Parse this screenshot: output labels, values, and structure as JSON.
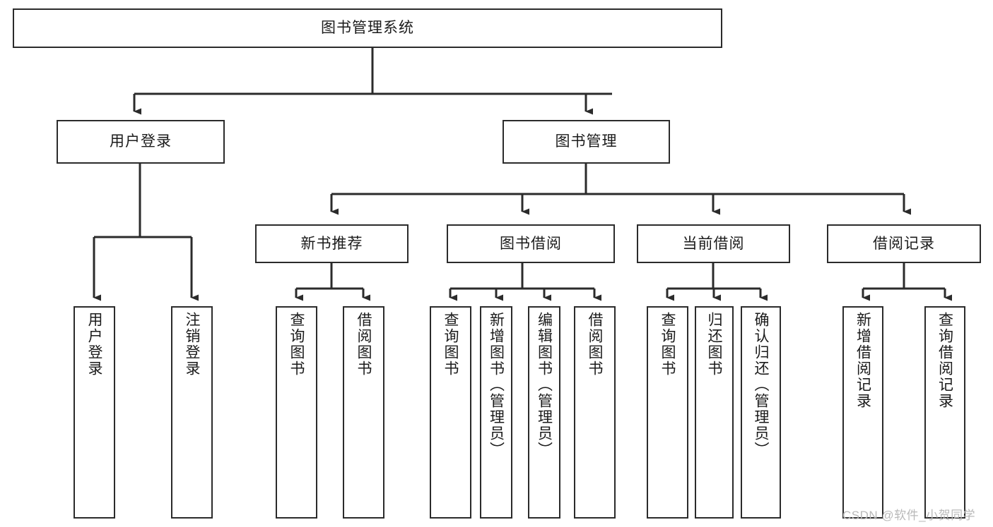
{
  "diagram": {
    "type": "tree-hierarchy-chart",
    "root": {
      "id": "root",
      "label": "图书管理系统"
    },
    "level2": [
      {
        "id": "user-login",
        "label": "用户登录"
      },
      {
        "id": "book-manage",
        "label": "图书管理"
      }
    ],
    "level3": [
      {
        "id": "new-book-recommend",
        "label": "新书推荐"
      },
      {
        "id": "book-borrow",
        "label": "图书借阅"
      },
      {
        "id": "current-borrow",
        "label": "当前借阅"
      },
      {
        "id": "borrow-record",
        "label": "借阅记录"
      }
    ],
    "leaves": {
      "user_login": [
        {
          "id": "leaf-user-login",
          "label": "用户登录"
        },
        {
          "id": "leaf-logout-login",
          "label": "注销登录"
        }
      ],
      "new_book_recommend": [
        {
          "id": "leaf-query-book-1",
          "label": "查询图书"
        },
        {
          "id": "leaf-borrow-book-1",
          "label": "借阅图书"
        }
      ],
      "book_borrow": [
        {
          "id": "leaf-query-book-2",
          "label": "查询图书"
        },
        {
          "id": "leaf-add-book",
          "label": "新增图书（管理员）"
        },
        {
          "id": "leaf-edit-book",
          "label": "编辑图书（管理员）"
        },
        {
          "id": "leaf-borrow-book-2",
          "label": "借阅图书"
        }
      ],
      "current_borrow": [
        {
          "id": "leaf-query-book-3",
          "label": "查询图书"
        },
        {
          "id": "leaf-return-book",
          "label": "归还图书"
        },
        {
          "id": "leaf-confirm-return",
          "label": "确认归还（管理员）"
        }
      ],
      "borrow_record": [
        {
          "id": "leaf-add-record",
          "label": "新增借阅记录"
        },
        {
          "id": "leaf-query-record",
          "label": "查询借阅记录"
        }
      ]
    }
  },
  "watermark": {
    "text": "CSDN @软件_小贺同学"
  },
  "colors": {
    "stroke": "#2b2b2b",
    "box_fill": "#ffffff",
    "text": "#1b1b1b",
    "watermark": "#b9b9b9",
    "background": "#ffffff"
  }
}
